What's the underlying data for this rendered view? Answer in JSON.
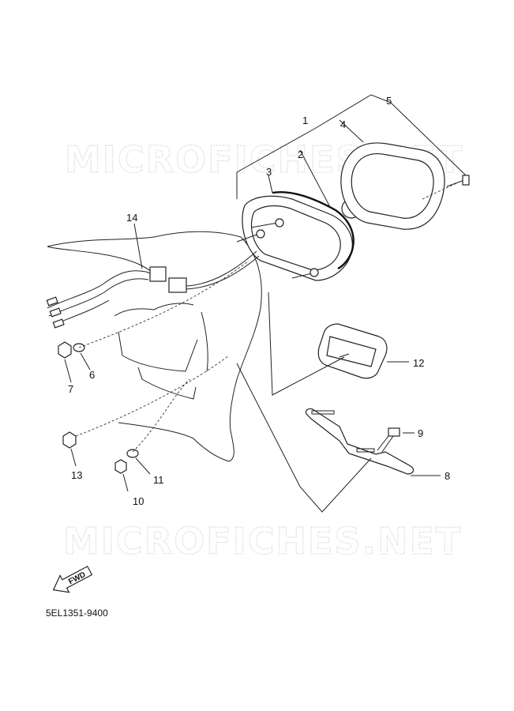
{
  "watermark": "MICROFICHES.NET",
  "diagram_code": "5EL1351-9400",
  "fwd_label": "FWD",
  "callouts": [
    "1",
    "2",
    "3",
    "4",
    "5",
    "7",
    "6",
    "8",
    "9",
    "10",
    "11",
    "12",
    "13",
    "14"
  ]
}
